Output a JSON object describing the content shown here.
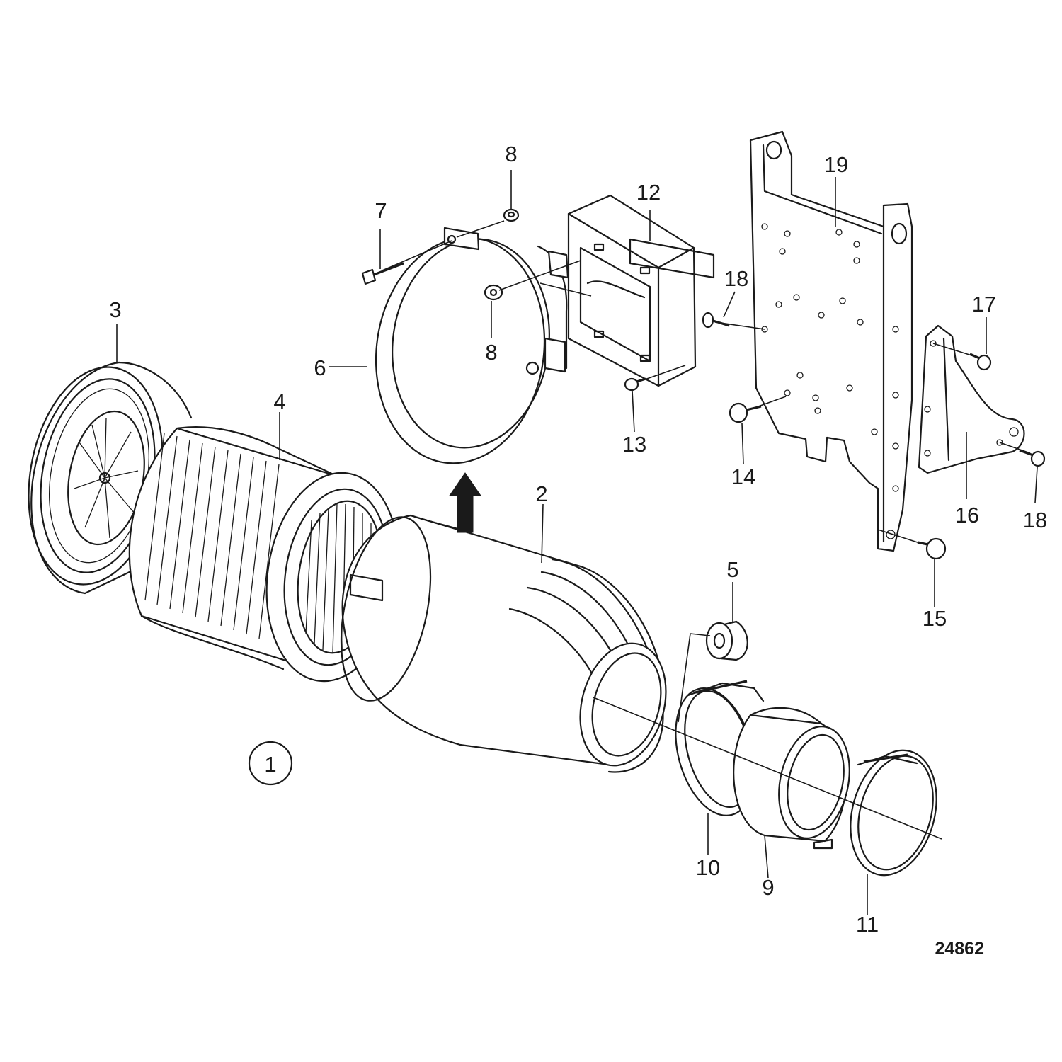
{
  "diagram": {
    "figure_number": "24862",
    "assembly_callout": "1",
    "callouts": [
      "2",
      "3",
      "4",
      "5",
      "6",
      "7",
      "8",
      "8",
      "9",
      "10",
      "11",
      "12",
      "13",
      "14",
      "15",
      "16",
      "17",
      "18",
      "18",
      "19"
    ]
  },
  "colors": {
    "line": "#1a1a1a",
    "background": "#ffffff"
  },
  "icons": {
    "direction": "up-arrow-icon"
  }
}
